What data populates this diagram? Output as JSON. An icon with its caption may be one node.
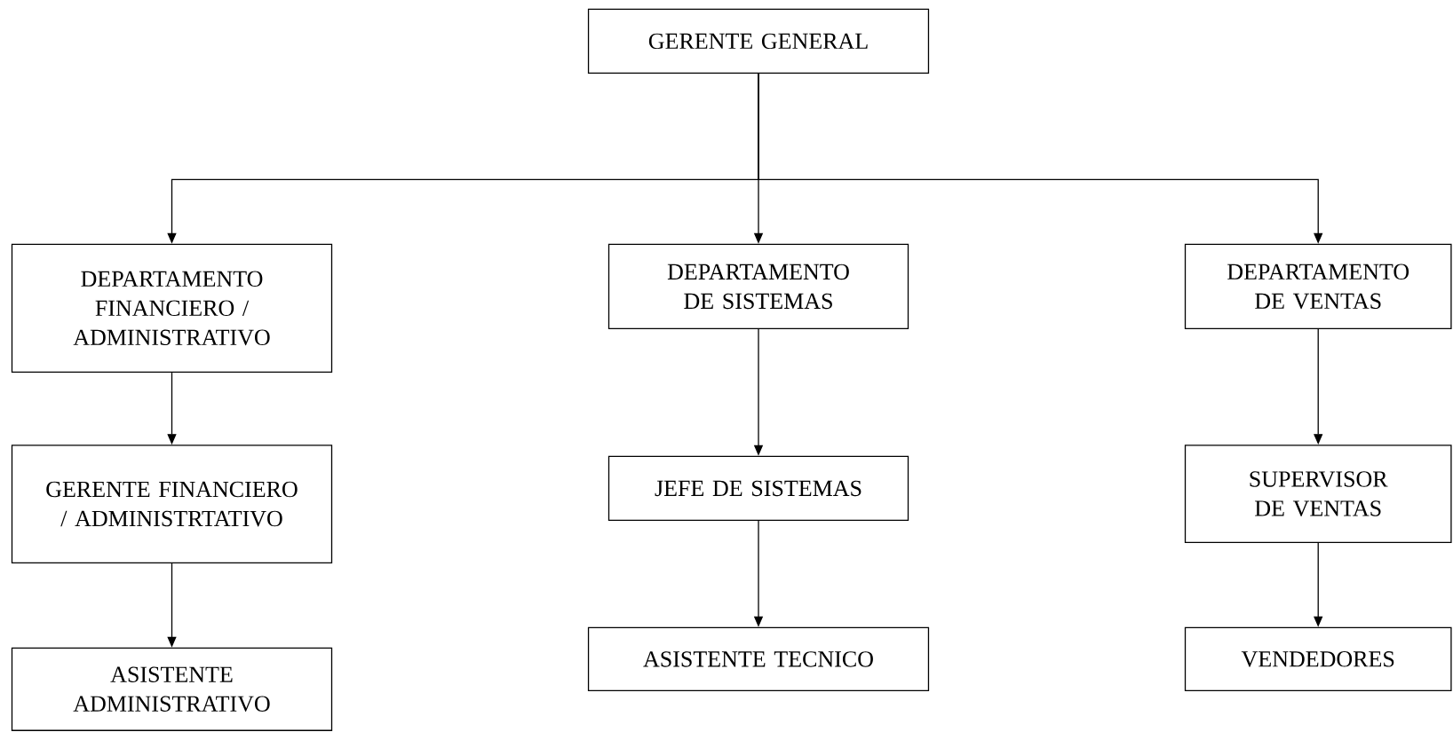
{
  "diagram": {
    "nodes": [
      {
        "text": [
          "GERENTE GENERAL"
        ]
      },
      {
        "text": [
          "DEPARTAMENTO FINANCIERO / ADMINISTRATIVO"
        ]
      },
      {
        "text": [
          "DEPARTAMENTO DE SISTEMAS"
        ]
      },
      {
        "text": [
          "DEPARTAMENTO DE VENTAS"
        ]
      },
      {
        "text": [
          "GERENTE FINANCIERO / ADMINISTRTATIVO"
        ]
      },
      {
        "text": [
          "JEFE DE SISTEMAS"
        ]
      },
      {
        "text": [
          "SUPERVISOR DE VENTAS"
        ]
      },
      {
        "text": [
          "ASISTENTE ADMINISTRATIVO"
        ]
      },
      {
        "text": [
          "ASISTENTE TECNICO"
        ]
      },
      {
        "text": [
          "VENDEDORES"
        ]
      }
    ],
    "edges": [
      {
        "from": 0,
        "to": 1,
        "arrow": "to"
      },
      {
        "from": 0,
        "to": 2,
        "arrow": "to"
      },
      {
        "from": 0,
        "to": 3,
        "arrow": "to"
      },
      {
        "from": 1,
        "to": 4,
        "arrow": "to"
      },
      {
        "from": 4,
        "to": 7,
        "arrow": "to"
      },
      {
        "from": 2,
        "to": 5,
        "arrow": "to"
      },
      {
        "from": 5,
        "to": 8,
        "arrow": "to"
      },
      {
        "from": 3,
        "to": 6,
        "arrow": "to"
      },
      {
        "from": 6,
        "to": 9,
        "arrow": "to"
      }
    ]
  }
}
